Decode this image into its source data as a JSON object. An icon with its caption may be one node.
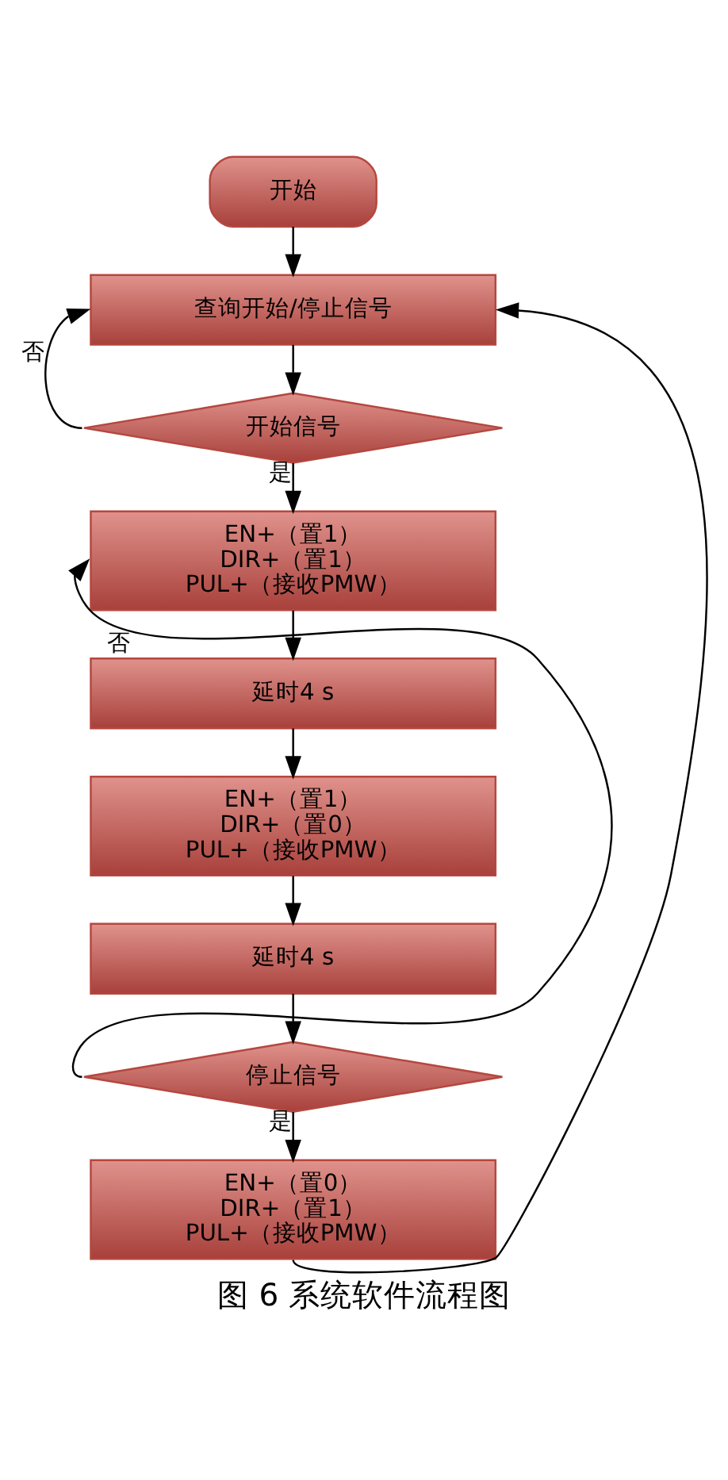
{
  "diagram": {
    "caption": "图 6 系统软件流程图",
    "nodes": [
      {
        "text": [
          "开始"
        ]
      },
      {
        "text": [
          "查询开始/停止信号"
        ]
      },
      {
        "text": [
          "开始信号"
        ]
      },
      {
        "text": [
          "EN+（置1）",
          "DIR+（置1）",
          "PUL+（接收PMW）"
        ]
      },
      {
        "text": [
          "延时4 s"
        ]
      },
      {
        "text": [
          "EN+（置1）",
          "DIR+（置0）",
          "PUL+（接收PMW）"
        ]
      },
      {
        "text": [
          "延时4 s"
        ]
      },
      {
        "text": [
          "停止信号"
        ]
      },
      {
        "text": [
          "EN+（置0）",
          "DIR+（置1）",
          "PUL+（接收PMW）"
        ]
      }
    ],
    "edges": [
      {
        "from": 0,
        "to": 1,
        "arrow": "to"
      },
      {
        "from": 1,
        "to": 2,
        "arrow": "to"
      },
      {
        "from": 2,
        "to": 1,
        "arrow": "to",
        "label": "否"
      },
      {
        "from": 2,
        "to": 3,
        "arrow": "to",
        "label": "是"
      },
      {
        "from": 3,
        "to": 4,
        "arrow": "to"
      },
      {
        "from": 4,
        "to": 5,
        "arrow": "to"
      },
      {
        "from": 5,
        "to": 6,
        "arrow": "to"
      },
      {
        "from": 6,
        "to": 7,
        "arrow": "to"
      },
      {
        "from": 7,
        "to": 3,
        "arrow": "to",
        "label": "否"
      },
      {
        "from": 7,
        "to": 8,
        "arrow": "to",
        "label": "是"
      },
      {
        "from": 8,
        "to": 1,
        "arrow": "to"
      }
    ]
  }
}
